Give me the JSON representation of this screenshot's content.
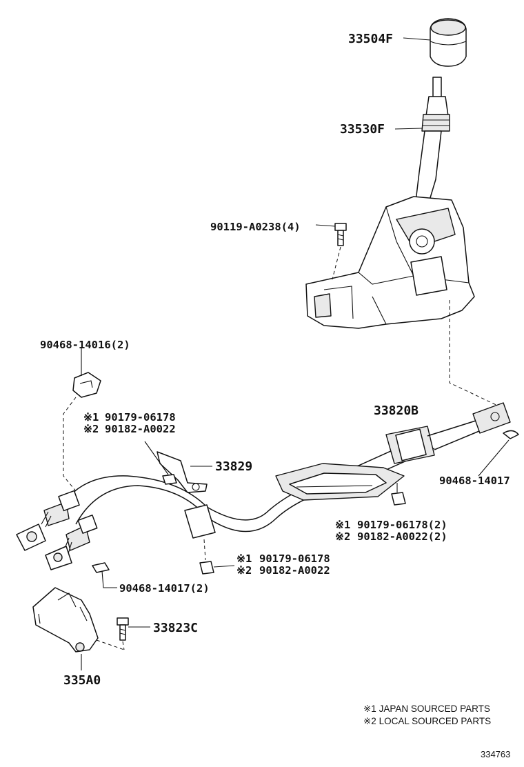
{
  "callouts": {
    "shift_knob": "33504F",
    "boot": "33530F",
    "bolt_4": "90119-A0238(4)",
    "clip_2": "90468-14016(2)",
    "nut_j_a": "90179-06178",
    "nut_l_a": "90182-A0022",
    "bracket": "33829",
    "cable_assy": "33820B",
    "clip_r": "90468-14017",
    "nut_j_b": "90179-06178(2)",
    "nut_l_b": "90182-A0022(2)",
    "nut_j_c": "90179-06178",
    "nut_l_c": "90182-A0022",
    "clip_l": "90468-14017(2)",
    "bolt_c": "33823C",
    "bracket_bottom": "335A0"
  },
  "markers": {
    "m1": "※1",
    "m2": "※2"
  },
  "legend": {
    "line1": "※1 JAPAN SOURCED PARTS",
    "line2": "※2 LOCAL SOURCED PARTS"
  },
  "reference_number": "334763"
}
